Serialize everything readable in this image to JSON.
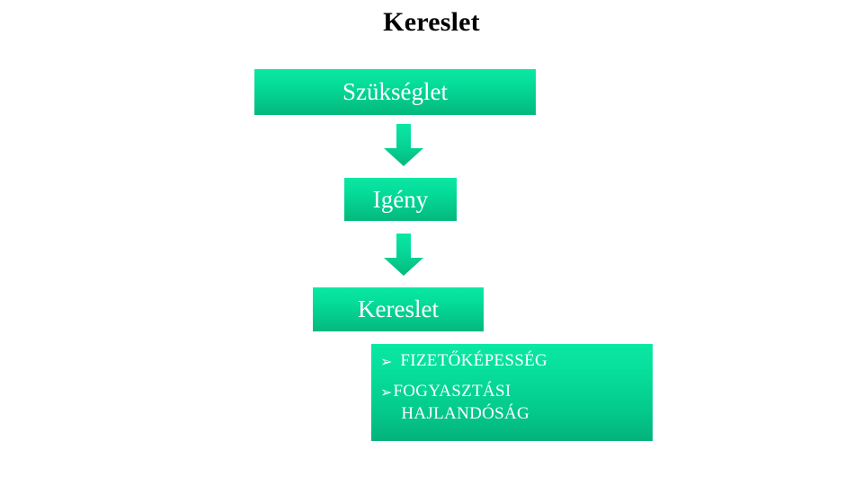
{
  "slide": {
    "title": "Kereslet",
    "background_color": "#ffffff",
    "accent_color_top": "#0ae8a4",
    "accent_color_bottom": "#04b87c",
    "text_color": "#ffffff"
  },
  "flow": {
    "steps": [
      {
        "label": "Szükséglet"
      },
      {
        "label": "Igény"
      },
      {
        "label": "Kereslet"
      }
    ],
    "arrows": [
      {
        "name": "arrow-down-icon-1",
        "direction": "down"
      },
      {
        "name": "arrow-down-icon-2",
        "direction": "down"
      }
    ]
  },
  "bullets": {
    "items": [
      {
        "marker": "➢",
        "text": "FIZETŐKÉPESSÉG",
        "text_line2": ""
      },
      {
        "marker": "➢",
        "text": "FOGYASZTÁSI",
        "text_line2": "HAJLANDÓSÁG"
      }
    ]
  }
}
